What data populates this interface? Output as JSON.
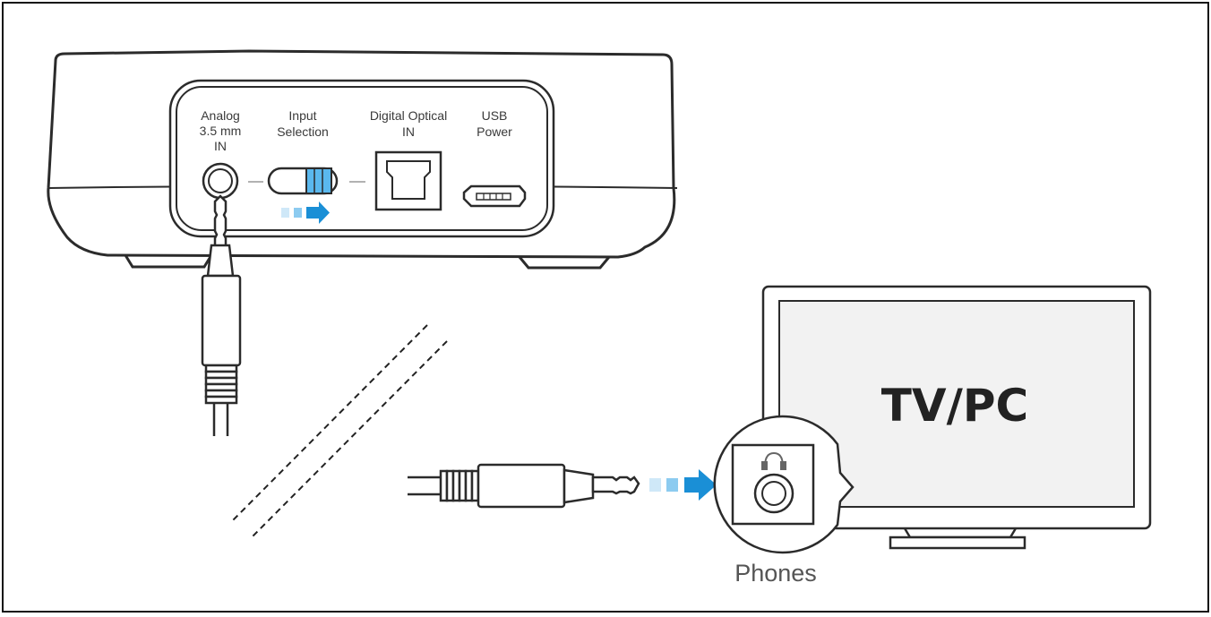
{
  "ports": {
    "analog_line1": "Analog",
    "analog_line2": "3.5 mm",
    "analog_line3": "IN",
    "input_line1": "Input",
    "input_line2": "Selection",
    "optical_line1": "Digital Optical",
    "optical_line2": "IN",
    "usb_line1": "USB",
    "usb_line2": "Power"
  },
  "tv": {
    "label": "TV/PC"
  },
  "phones": {
    "label": "Phones"
  },
  "colors": {
    "accent_blue": "#1a8fd6",
    "light_blue": "#8ccbf0",
    "pale_blue": "#cfe8f8",
    "outline": "#2b2b2b"
  },
  "icons": [
    "headphones-icon",
    "arrow-right-icon",
    "audio-jack-icon",
    "optical-port-icon",
    "usb-port-icon"
  ]
}
